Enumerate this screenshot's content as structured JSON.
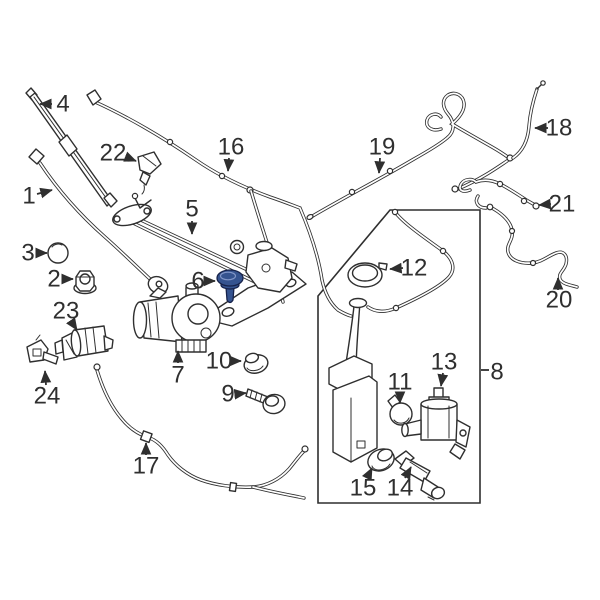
{
  "colors": {
    "paper": "#ffffff",
    "ink": "#2f2f2f",
    "accent": "#35538f",
    "accent_dark": "#16224a",
    "accent_light": "#8296c7"
  },
  "callouts": [
    {
      "label": "1"
    },
    {
      "label": "2"
    },
    {
      "label": "3"
    },
    {
      "label": "4"
    },
    {
      "label": "5"
    },
    {
      "label": "6"
    },
    {
      "label": "7"
    },
    {
      "label": "8"
    },
    {
      "label": "9"
    },
    {
      "label": "10"
    },
    {
      "label": "11"
    },
    {
      "label": "12"
    },
    {
      "label": "13"
    },
    {
      "label": "14"
    },
    {
      "label": "15"
    },
    {
      "label": "16"
    },
    {
      "label": "17"
    },
    {
      "label": "18"
    },
    {
      "label": "19"
    },
    {
      "label": "20"
    },
    {
      "label": "21"
    },
    {
      "label": "22"
    },
    {
      "label": "23"
    },
    {
      "label": "24"
    }
  ],
  "selected_callout_label": "6",
  "group_box": {
    "callout_label": "8",
    "contains_callout_labels": [
      "11",
      "12",
      "13",
      "14",
      "15"
    ]
  }
}
